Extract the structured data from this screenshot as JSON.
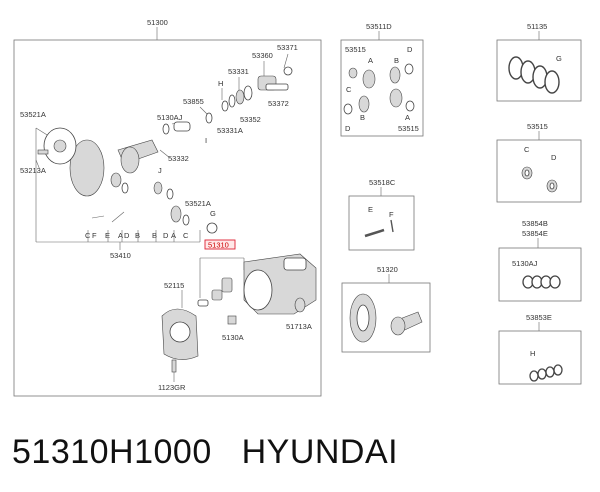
{
  "main": {
    "group": "51300",
    "labels": {
      "p53371": "53371",
      "p53360": "53360",
      "p53331": "53331",
      "pH": "H",
      "p53372": "53372",
      "p53855": "53855",
      "p5130AJ": "5130AJ",
      "p53352": "53352",
      "p53331A": "53331A",
      "pI": "I",
      "p53521A_top": "53521A",
      "p53213A": "53213A",
      "p53332": "53332",
      "pJ": "J",
      "p53521A_mid": "53521A",
      "pG": "G",
      "p51310": "51310",
      "p53410": "53410",
      "p52115": "52115",
      "p5130A": "5130A",
      "p51713A": "51713A",
      "p1123GR": "1123GR",
      "letters": [
        "C",
        "F",
        "E",
        "A",
        "D",
        "B",
        "B",
        "D",
        "A",
        "C"
      ]
    }
  },
  "kits": {
    "k53511D": {
      "title": "53511D",
      "l1": "53515",
      "l2": "A",
      "l3": "B",
      "l4": "D",
      "l5": "C",
      "l6": "B",
      "l7": "A",
      "l8": "D",
      "l9": "53515"
    },
    "k51135": {
      "title": "51135",
      "g": "G"
    },
    "k53515": {
      "title": "53515",
      "c1": "C",
      "d1": "D"
    },
    "k53518C": {
      "title": "53518C",
      "e": "E",
      "f": "F"
    },
    "k53854": {
      "title1": "53854B",
      "title2": "53854E",
      "sub": "5130AJ"
    },
    "k51320": {
      "title": "51320"
    },
    "k53853E": {
      "title": "53853E",
      "h": "H"
    }
  },
  "footer": {
    "part_number": "51310H1000",
    "brand": "HYUNDAI"
  }
}
